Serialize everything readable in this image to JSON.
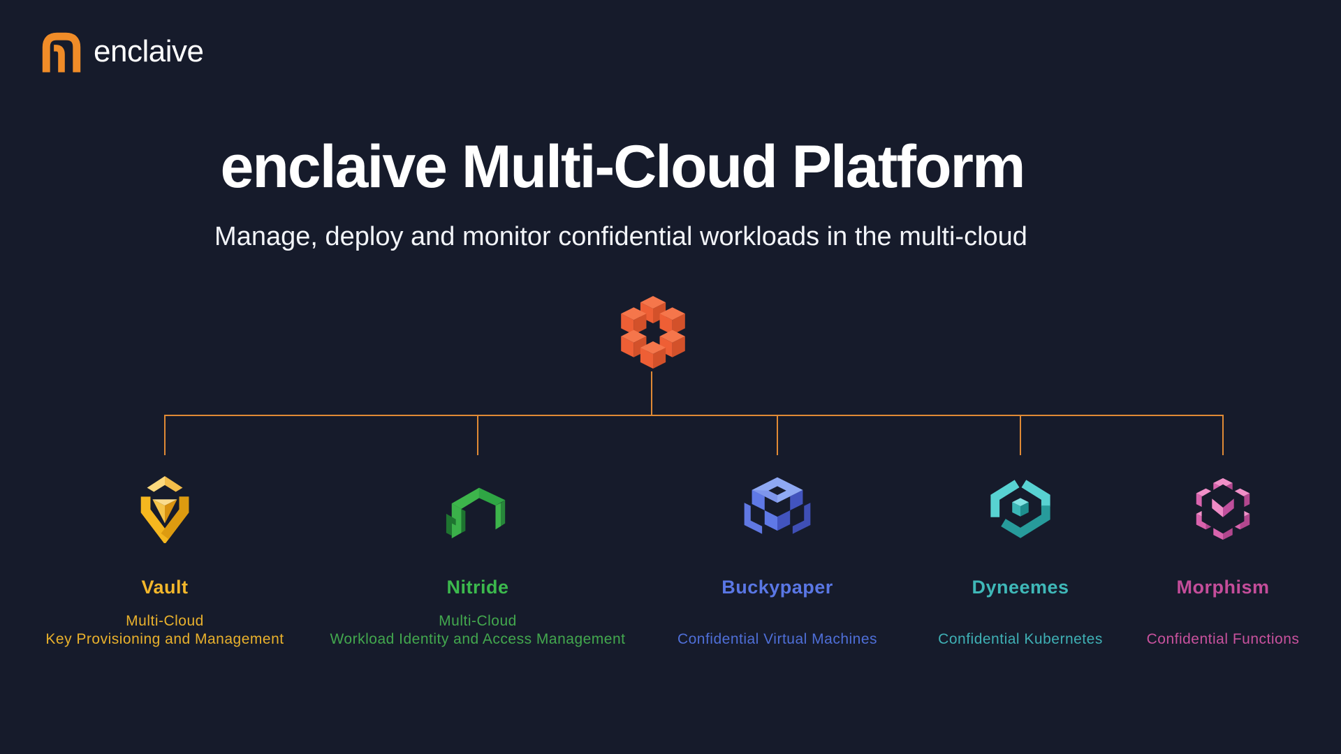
{
  "brand": {
    "name": "enclaive",
    "logo_icon": "enclaive-logo-mark"
  },
  "header": {
    "title": "enclaive Multi-Cloud Platform",
    "subtitle": "Manage, deploy and monitor confidential workloads in the multi-cloud"
  },
  "platform": {
    "icon": "hex-cubes-icon",
    "icon_color": "#f05f35"
  },
  "palette": {
    "background": "#161b2b",
    "brand_orange": "#f08c28",
    "connector_line": "#e08a35",
    "title_text": "#ffffff",
    "subtitle_text": "#f2f4f8"
  },
  "products": [
    {
      "name": "Vault",
      "icon": "vault-icon",
      "accent": "#f2b11d",
      "name_color": "#f3b72b",
      "desc_color": "#e9b12c",
      "desc": [
        "Multi-Cloud",
        "Key Provisioning and Management"
      ]
    },
    {
      "name": "Nitride",
      "icon": "nitride-icon",
      "accent": "#3db54b",
      "name_color": "#3cb94d",
      "desc_color": "#43a84e",
      "desc": [
        "Multi-Cloud",
        "Workload Identity and Access Management"
      ]
    },
    {
      "name": "Buckypaper",
      "icon": "buckypaper-icon",
      "accent": "#5f79e6",
      "name_color": "#5a77e5",
      "desc_color": "#4f6fd8",
      "desc": [
        "Confidential Virtual Machines"
      ]
    },
    {
      "name": "Dyneemes",
      "icon": "dyneemes-icon",
      "accent": "#3cb8b8",
      "name_color": "#3fb8b8",
      "desc_color": "#3fb0b5",
      "desc": [
        "Confidential Kubernetes"
      ]
    },
    {
      "name": "Morphism",
      "icon": "morphism-icon",
      "accent": "#c4509c",
      "name_color": "#c44d9a",
      "desc_color": "#c9529e",
      "desc": [
        "Confidential Functions"
      ]
    }
  ]
}
